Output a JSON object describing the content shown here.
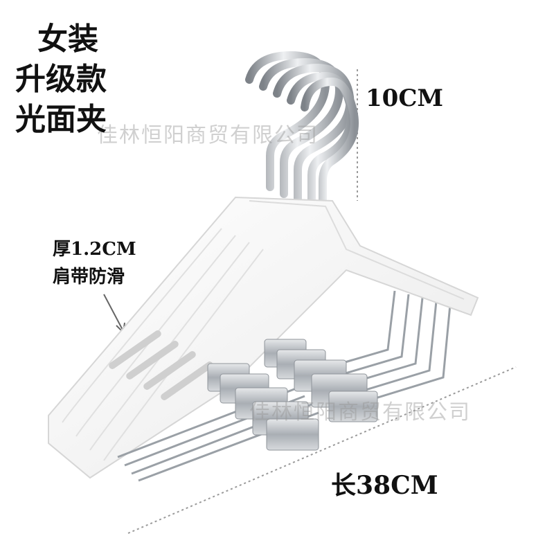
{
  "title_lines": [
    "女装",
    "升级款",
    "光面夹"
  ],
  "feature_lines": [
    "厚1.2CM",
    "肩带防滑"
  ],
  "dimension_height": "10CM",
  "dimension_length": "长38CM",
  "watermark": "佳林恒阳商贸有限公司",
  "colors": {
    "hanger_white": "#f4f4f4",
    "hanger_edge": "#d8d8d8",
    "metal": "#b8bcc2",
    "text": "#111111"
  }
}
